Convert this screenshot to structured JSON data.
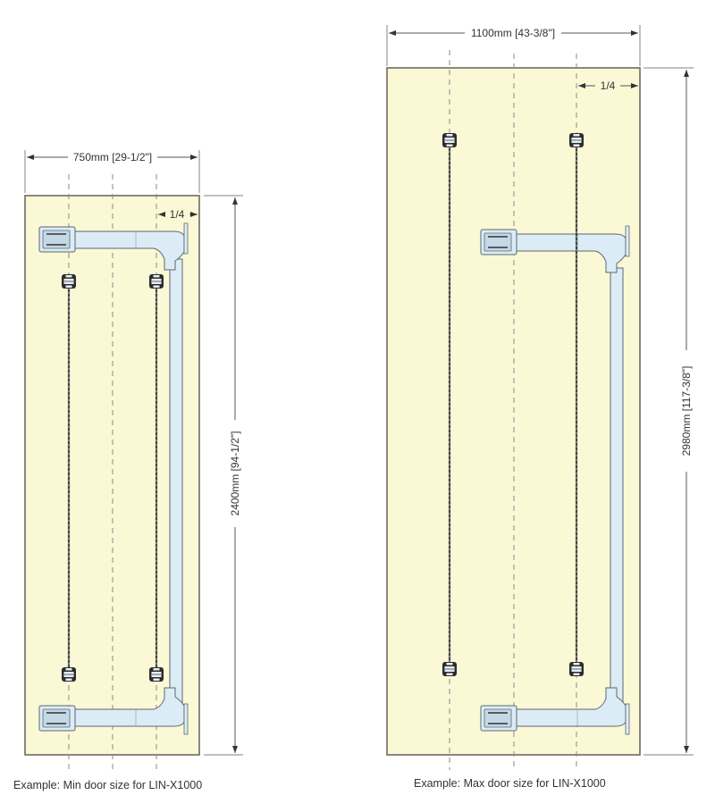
{
  "colors": {
    "door_fill": "#fbf8d6",
    "door_stroke": "#6f6a5e",
    "hardware_fill": "#dcecf6",
    "hardware_stroke": "#5c6670",
    "dimension_line": "#555555",
    "text": "#333333"
  },
  "diagrams": [
    {
      "id": "min",
      "width_dimension": "750mm [29-1/2\"]",
      "height_dimension": "2400mm [94-1/2\"]",
      "offset_label": "1/4",
      "caption": "Example: Min door size for LIN-X1000"
    },
    {
      "id": "max",
      "width_dimension": "1100mm [43-3/8\"]",
      "height_dimension": "2980mm [117-3/8\"]",
      "offset_label": "1/4",
      "caption": "Example: Max door size for LIN-X1000"
    }
  ]
}
